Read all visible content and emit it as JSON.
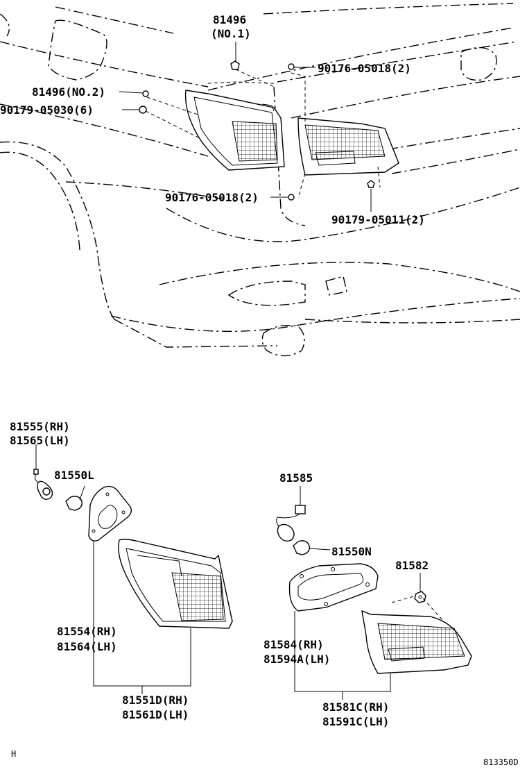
{
  "labels": {
    "p81496_no1": "81496",
    "p81496_no1_sub": "(NO.1)",
    "p90176_top": "90176-05018(2)",
    "p81496_no2": "81496(NO.2)",
    "p90179_05030": "90179-05030(6)",
    "p90176_mid": "90176-05018(2)",
    "p90179_05011": "90179-05011(2)",
    "p81555": "81555(RH)",
    "p81565": "81565(LH)",
    "p81550L": "81550L",
    "p81585": "81585",
    "p81550N": "81550N",
    "p81582": "81582",
    "p81554": "81554(RH)",
    "p81564": "81564(LH)",
    "p81584": "81584(RH)",
    "p81594A": "81594A(LH)",
    "p81551D": "81551D(RH)",
    "p81561D": "81561D(LH)",
    "p81581C": "81581C(RH)",
    "p81591C": "81591C(LH)"
  },
  "footer": {
    "left_mark": "H",
    "drawing_number": "813350D"
  }
}
